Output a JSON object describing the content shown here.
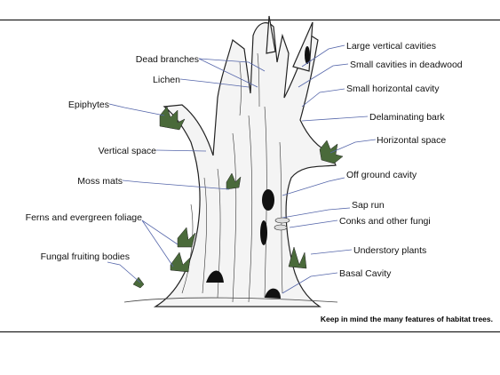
{
  "labels": {
    "dead_branches": "Dead branches",
    "lichen": "Lichen",
    "epiphytes": "Epiphytes",
    "vertical_space": "Vertical space",
    "moss_mats": "Moss mats",
    "ferns": "Ferns and evergreen foliage",
    "fungal_fruiting": "Fungal fruiting bodies",
    "large_vertical_cavities": "Large vertical cavities",
    "small_cavities_deadwood": "Small cavities in deadwood",
    "small_horizontal_cavity": "Small horizontal cavity",
    "delaminating_bark": "Delaminating bark",
    "horizontal_space": "Horizontal space",
    "off_ground_cavity": "Off ground cavity",
    "sap_run": "Sap run",
    "conks": "Conks and other fungi",
    "understory_plants": "Understory plants",
    "basal_cavity": "Basal Cavity"
  },
  "caption": "Keep in mind the many features of habitat trees.",
  "colors": {
    "leader_line": "#5566aa",
    "text": "#111111",
    "foliage": "#4a6a3a"
  }
}
